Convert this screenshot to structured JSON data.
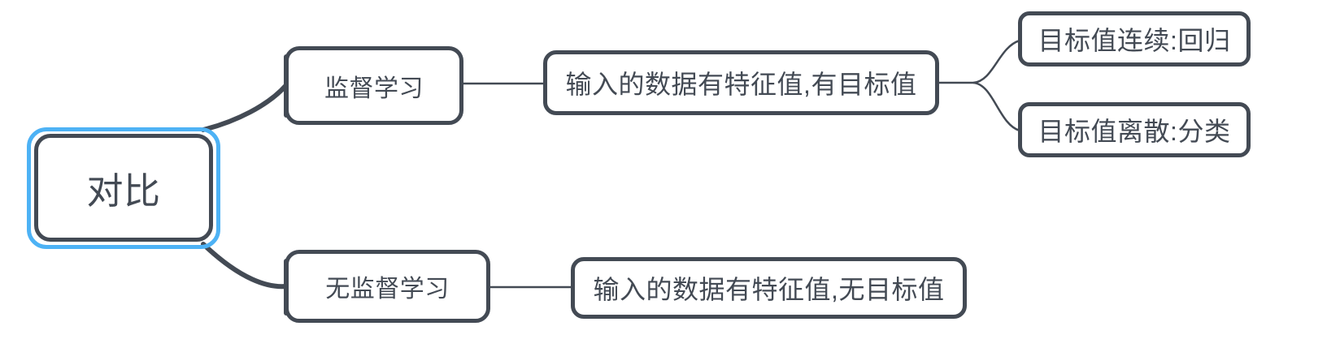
{
  "diagram": {
    "type": "mindmap",
    "title": "对比",
    "theme": {
      "node_border": "#434a54",
      "node_fill": "#ffffff",
      "text_color": "#434a54",
      "selection_color": "#4db2f5",
      "edge_thick_color": "#434a54",
      "edge_thin_color": "#434a54",
      "background": "#ffffff"
    }
  },
  "root": {
    "label": "对比",
    "selected": true
  },
  "branches": [
    {
      "id": "supervised",
      "label": "监督学习",
      "description": {
        "id": "supervised-desc",
        "label": "输入的数据有特征值,有目标值"
      },
      "leaves": [
        {
          "id": "regression",
          "label": "目标值连续:回归"
        },
        {
          "id": "classification",
          "label": "目标值离散:分类"
        }
      ]
    },
    {
      "id": "unsupervised",
      "label": "无监督学习",
      "description": {
        "id": "unsupervised-desc",
        "label": "输入的数据有特征值,无目标值"
      },
      "leaves": []
    }
  ]
}
